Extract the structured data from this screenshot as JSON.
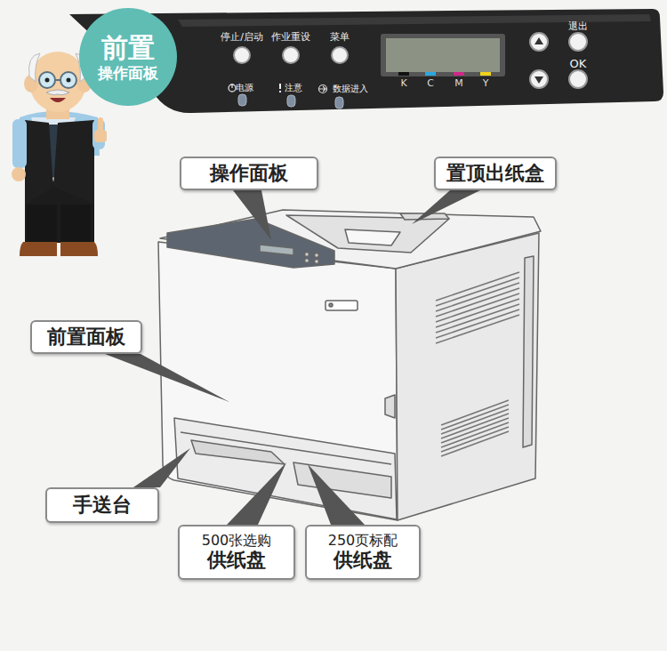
{
  "diagram": {
    "nodes": [
      {
        "text": [
          "前置",
          "操作面板"
        ]
      },
      {
        "text": [
          "操作面板"
        ]
      },
      {
        "text": [
          "置顶出纸盒"
        ]
      },
      {
        "text": [
          "前置面板"
        ]
      },
      {
        "text": [
          "手送台"
        ]
      },
      {
        "text": [
          "500张选购",
          "供纸盘"
        ]
      },
      {
        "text": [
          "250页标配",
          "供纸盘"
        ]
      }
    ],
    "edges": [],
    "labels": [
      "停止/启动",
      "作业重设",
      "菜单",
      "退出",
      "OK",
      "电源",
      "注意",
      "数据进入",
      "K",
      "C",
      "M",
      "Y"
    ]
  }
}
